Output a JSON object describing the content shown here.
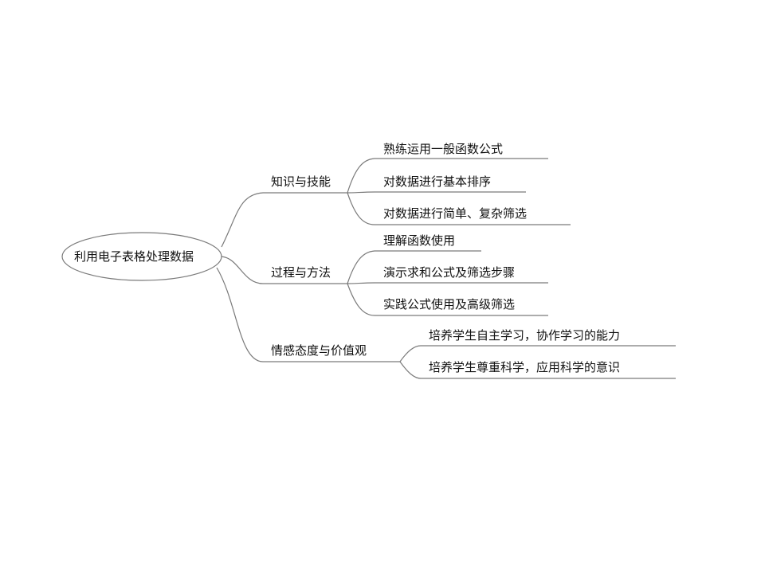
{
  "mindmap": {
    "root": "利用电子表格处理数据",
    "branches": [
      {
        "label": "知识与技能",
        "leaves": [
          "熟练运用一般函数公式",
          "对数据进行基本排序",
          "对数据进行简单、复杂筛选"
        ]
      },
      {
        "label": "过程与方法",
        "leaves": [
          "理解函数使用",
          "演示求和公式及筛选步骤",
          "实践公式使用及高级筛选"
        ]
      },
      {
        "label": "情感态度与价值观",
        "leaves": [
          "培养学生自主学习，协作学习的能力",
          "培养学生尊重科学，应用科学的意识"
        ]
      }
    ]
  }
}
